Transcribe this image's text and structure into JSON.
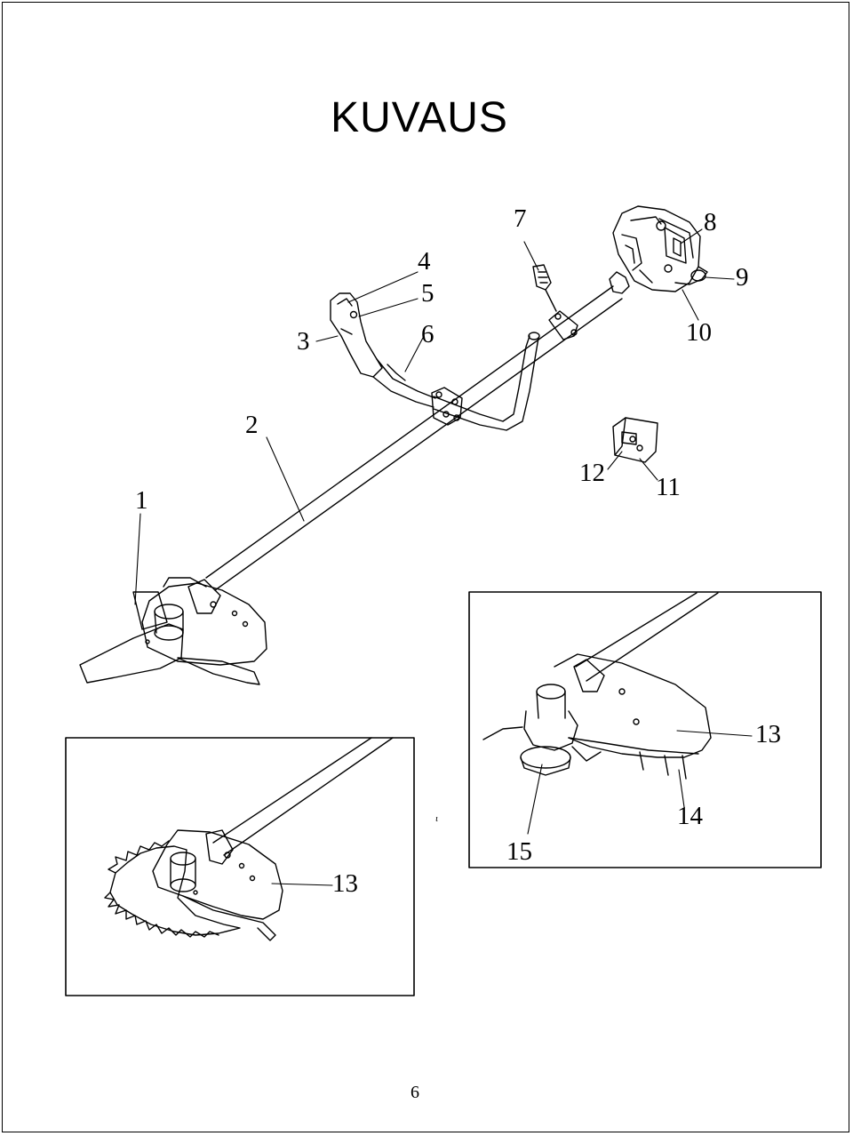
{
  "page": {
    "title": "KUVAUS",
    "page_number": "6",
    "stray_mark": "ι"
  },
  "callouts": [
    {
      "id": "c1",
      "text": "1"
    },
    {
      "id": "c2",
      "text": "2"
    },
    {
      "id": "c3",
      "text": "3"
    },
    {
      "id": "c4",
      "text": "4"
    },
    {
      "id": "c5",
      "text": "5"
    },
    {
      "id": "c6",
      "text": "6"
    },
    {
      "id": "c7",
      "text": "7"
    },
    {
      "id": "c8",
      "text": "8"
    },
    {
      "id": "c9",
      "text": "9"
    },
    {
      "id": "c10",
      "text": "10"
    },
    {
      "id": "c11",
      "text": "11"
    },
    {
      "id": "c12",
      "text": "12"
    },
    {
      "id": "c13a",
      "text": "13"
    },
    {
      "id": "c13b",
      "text": "13"
    },
    {
      "id": "c14",
      "text": "14"
    },
    {
      "id": "c15",
      "text": "15"
    }
  ],
  "colors": {
    "line": "#000000",
    "background": "#ffffff"
  }
}
